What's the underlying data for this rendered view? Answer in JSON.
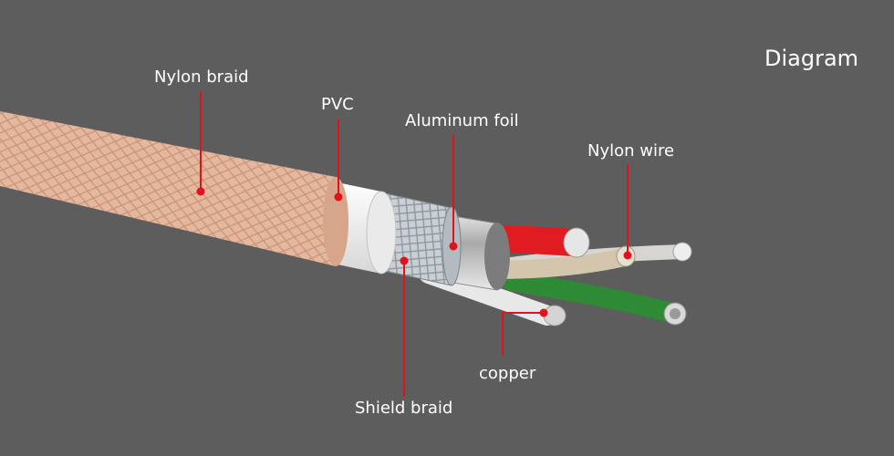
{
  "diagram": {
    "title": "Diagram",
    "labels": {
      "nylon_braid": "Nylon braid",
      "pvc": "PVC",
      "aluminum_foil": "Aluminum foil",
      "nylon_wire": "Nylon wire",
      "copper": "copper",
      "shield_braid": "Shield braid"
    },
    "colors": {
      "background": "#5d5d5d",
      "leader": "#e0121b",
      "braid": "#e2b79d",
      "red_wire": "#e01c22",
      "green_wire": "#2f8a35"
    }
  }
}
